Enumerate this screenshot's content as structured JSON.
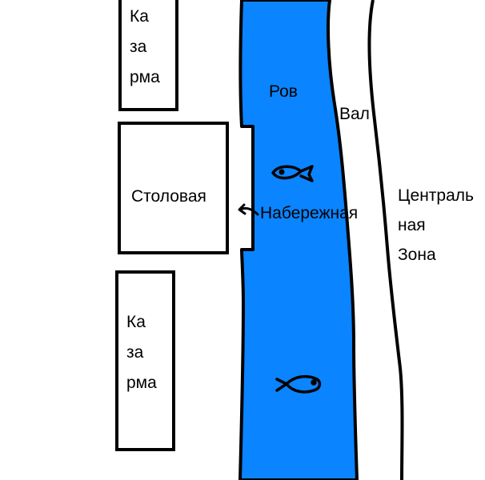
{
  "map": {
    "colors": {
      "water": "#0a84ff",
      "outline": "#000000",
      "background": "#ffffff"
    },
    "labels": {
      "barracks_top": [
        "Ка",
        "за",
        "рма"
      ],
      "barracks_bottom": [
        "Ка",
        "за",
        "рма"
      ],
      "canteen": "Столовая",
      "moat": "Ров",
      "rampart": "Вал",
      "embankment": "Набережная",
      "central_zone": [
        "Централь",
        "ная",
        "Зона"
      ]
    },
    "icons": [
      "fish-icon",
      "fish-icon",
      "arrow-icon"
    ]
  }
}
